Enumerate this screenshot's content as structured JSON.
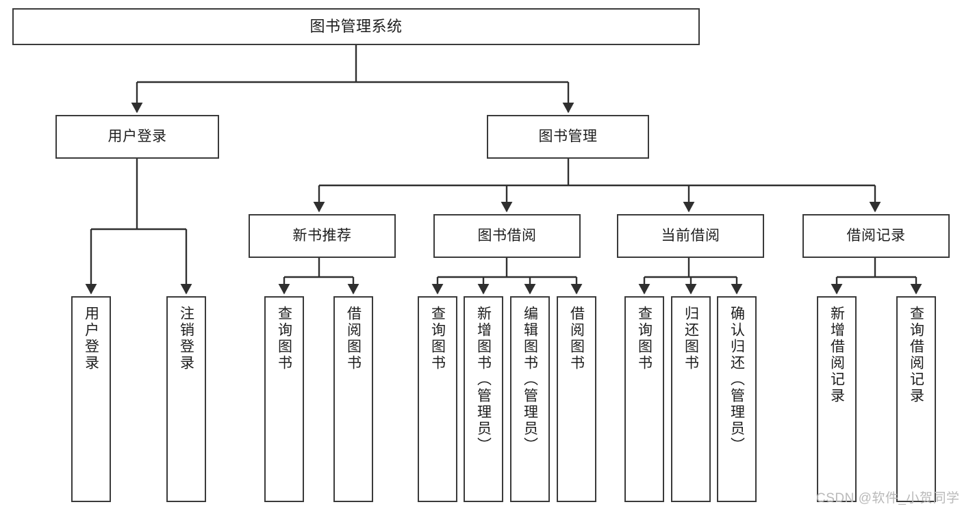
{
  "diagram": {
    "title": "图书管理系统",
    "type": "tree",
    "orientation": "top-down",
    "colors": {
      "box_border": "#3a3a3a",
      "box_fill": "#ffffff",
      "connector": "#2f2f2f",
      "text": "#1d1d1d",
      "watermark": "#b9b9b9",
      "background": "#ffffff"
    },
    "root": {
      "label": "图书管理系统"
    },
    "level2": [
      {
        "label": "用户登录"
      },
      {
        "label": "图书管理"
      }
    ],
    "level3": [
      {
        "label": "新书推荐"
      },
      {
        "label": "图书借阅"
      },
      {
        "label": "当前借阅"
      },
      {
        "label": "借阅记录"
      }
    ],
    "leaves": {
      "user_login": [
        {
          "label": "用户登录"
        },
        {
          "label": "注销登录"
        }
      ],
      "new_book": [
        {
          "label": "查询图书"
        },
        {
          "label": "借阅图书"
        }
      ],
      "book_borrow": [
        {
          "label": "查询图书"
        },
        {
          "label": "新增图书（管理员）"
        },
        {
          "label": "编辑图书（管理员）"
        },
        {
          "label": "借阅图书"
        }
      ],
      "current_borrow": [
        {
          "label": "查询图书"
        },
        {
          "label": "归还图书"
        },
        {
          "label": "确认归还（管理员）"
        }
      ],
      "borrow_record": [
        {
          "label": "新增借阅记录"
        },
        {
          "label": "查询借阅记录"
        }
      ]
    }
  },
  "watermark": {
    "text": "CSDN @软件_小贺同学"
  }
}
